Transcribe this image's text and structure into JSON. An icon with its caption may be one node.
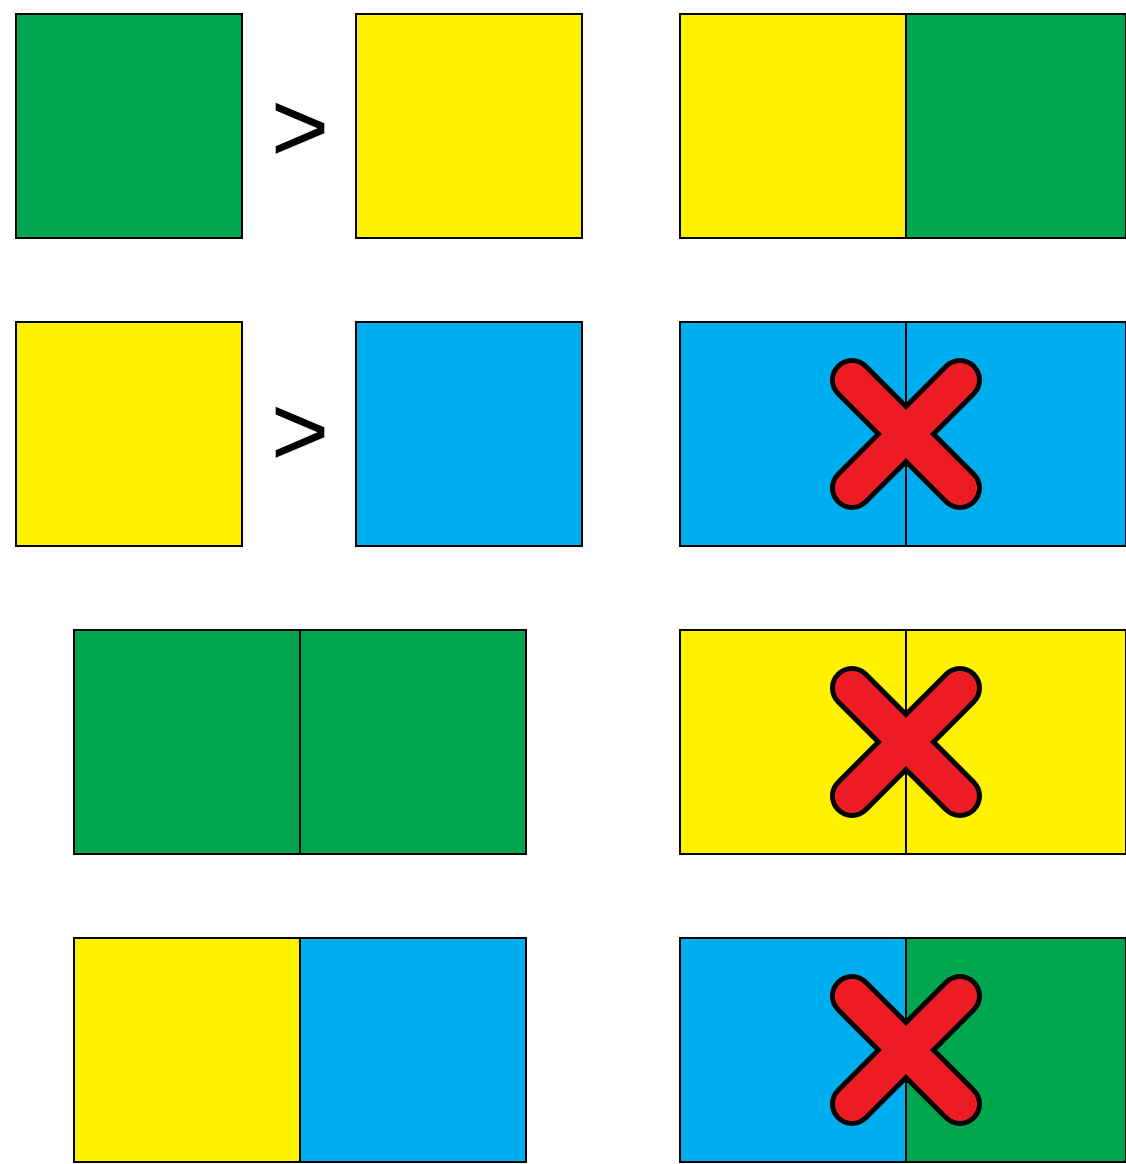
{
  "diagram": {
    "nodes": [
      {
        "text": [],
        "shape": "box"
      },
      {
        "text": [],
        "shape": "box"
      },
      {
        "text": [],
        "shape": "box"
      },
      {
        "text": [],
        "shape": "box"
      },
      {
        "text": [],
        "shape": "box"
      },
      {
        "text": [],
        "shape": "box"
      },
      {
        "text": [],
        "shape": "box"
      },
      {
        "text": [],
        "shape": "box"
      },
      {
        "text": [],
        "shape": "box"
      },
      {
        "text": [],
        "shape": "box"
      },
      {
        "text": [],
        "shape": "box"
      },
      {
        "text": [],
        "shape": "box"
      },
      {
        "text": [],
        "shape": "box"
      },
      {
        "text": [],
        "shape": "box"
      },
      {
        "text": [],
        "shape": "box"
      },
      {
        "text": [],
        "shape": "box"
      }
    ],
    "labels": [
      ">",
      ">"
    ]
  }
}
